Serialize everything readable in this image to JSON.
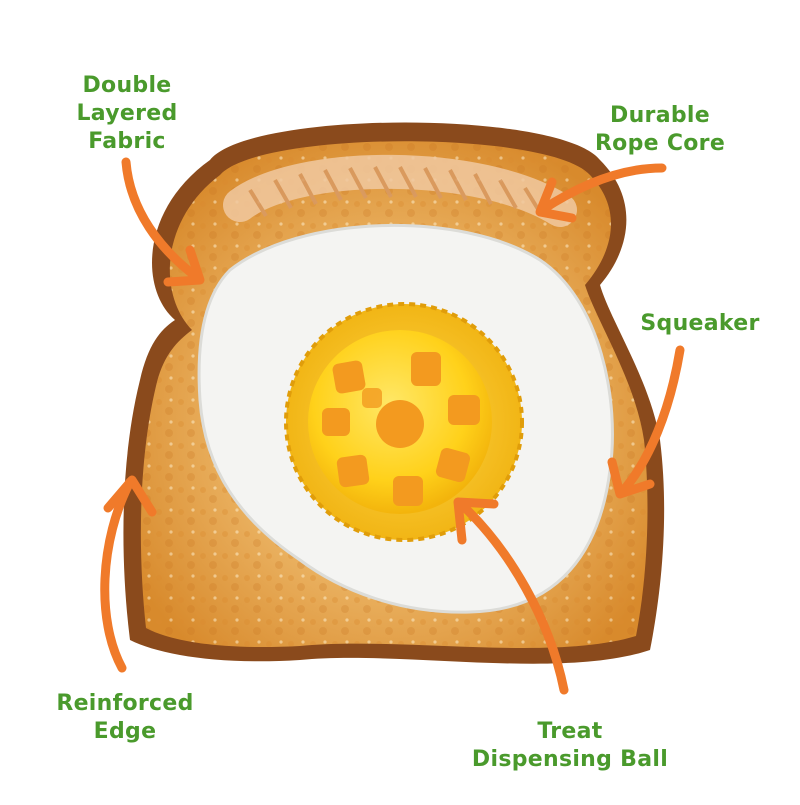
{
  "colors": {
    "label_green": "#4a9a2c",
    "arrow_orange": "#f07a2a",
    "crust_brown": "#8a4a1c",
    "toast_gold": "#e8a23a",
    "egg_white": "#f4f4f2",
    "yolk_yellow": "#f7c51a",
    "ball_yellow": "#ffd21a",
    "hole_orange": "#f39a1f"
  },
  "callouts": {
    "double_layered": {
      "line1": "Double",
      "line2": "Layered",
      "line3": "Fabric"
    },
    "rope_core": {
      "line1": "Durable",
      "line2": "Rope Core"
    },
    "squeaker": {
      "line1": "Squeaker"
    },
    "reinforced_edge": {
      "line1": "Reinforced",
      "line2": "Edge"
    },
    "treat_ball": {
      "line1": "Treat",
      "line2": "Dispensing Ball"
    }
  },
  "icons": {
    "arrows": "curved-arrow-icon",
    "product": "toast-egg-toy-icon"
  }
}
